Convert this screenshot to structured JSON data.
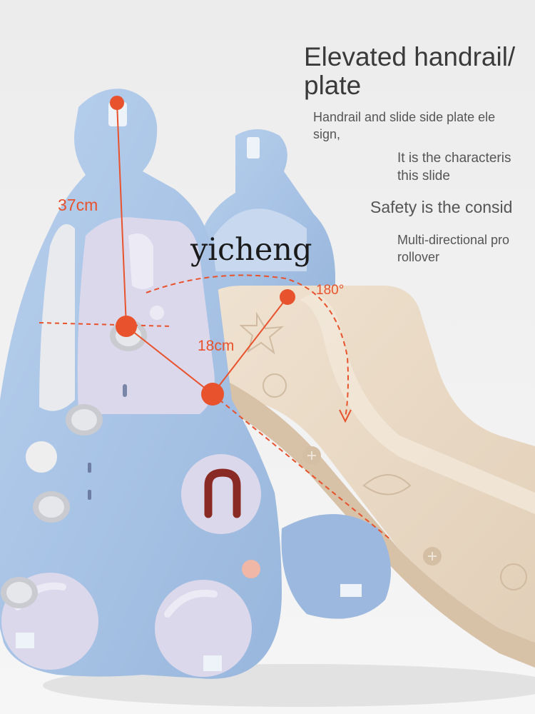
{
  "heading": {
    "title_line1": "Elevated handrail/",
    "title_line2": "plate"
  },
  "features": [
    {
      "line1": "Handrail and slide side plate ele",
      "line2": "sign,"
    },
    {
      "line1": "It is the characteris",
      "line2": "this slide"
    },
    {
      "line1": "Safety is the consid",
      "line2": ""
    },
    {
      "line1": "Multi-directional pro",
      "line2": "rollover"
    }
  ],
  "watermark": "yicheng",
  "dimensions": {
    "height": "37cm",
    "radius": "18cm",
    "angle": "180°"
  },
  "colors": {
    "background": "#eeeeee",
    "frame_blue": "#a9c4e6",
    "panel_lilac": "#dcd8ec",
    "slide_beige": "#ead9c4",
    "step_gray": "#6f6f73",
    "accent_red": "#e8522c",
    "logo_maroon": "#8a2a24"
  }
}
